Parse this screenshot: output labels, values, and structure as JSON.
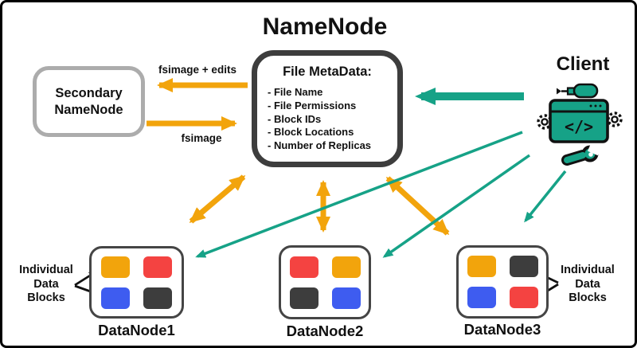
{
  "colors": {
    "teal": "#16A287",
    "orange": "#F2A40C",
    "red": "#F44341",
    "blue": "#3E5CF0",
    "dark": "#3D3D3D",
    "gray_border": "#ACACAC",
    "ink": "#111111"
  },
  "namenode": {
    "title": "NameNode"
  },
  "metadata": {
    "title": "File MetaData:",
    "items": [
      "- File Name",
      "- File Permissions",
      "- Block IDs",
      "- Block Locations",
      "- Number of Replicas"
    ]
  },
  "secondary": {
    "label": "Secondary NameNode"
  },
  "client": {
    "label": "Client"
  },
  "edges": {
    "fsimage_edits": "fsimage + edits",
    "fsimage": "fsimage"
  },
  "annotations": {
    "left": "Individual Data Blocks",
    "right": "Individual Data Blocks"
  },
  "datanodes": [
    {
      "label": "DataNode1",
      "blocks": [
        "orange",
        "red",
        "blue",
        "dark"
      ]
    },
    {
      "label": "DataNode2",
      "blocks": [
        "red",
        "orange",
        "dark",
        "blue"
      ]
    },
    {
      "label": "DataNode3",
      "blocks": [
        "orange",
        "dark",
        "blue",
        "red"
      ]
    }
  ]
}
